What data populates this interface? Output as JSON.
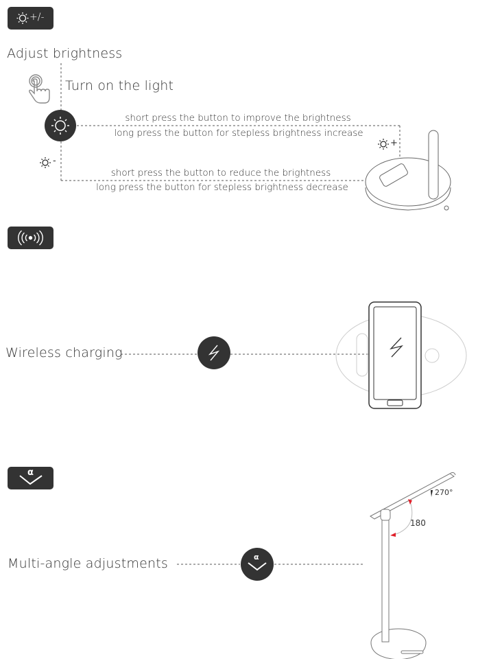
{
  "sections": {
    "brightness": {
      "badge_label": "+/-",
      "badge_icon": "sun-icon",
      "title": "Adjust brightness",
      "turn_on": "Turn on the light",
      "increase_short": "short press the button to improve the brightness",
      "increase_long": "long press the button for stepless brightness increase",
      "decrease_short": "short press the button to reduce the brightness",
      "decrease_long": "long press the button for stepless brightness decrease",
      "plus_symbol": "+",
      "minus_symbol": "-"
    },
    "wireless": {
      "badge_icon": "wireless-signal-icon",
      "title": "Wireless charging",
      "icon": "lightning-icon"
    },
    "angle": {
      "badge_icon": "angle-alpha-icon",
      "badge_symbol": "α",
      "title": "Multi-angle adjustments",
      "angle_arm": "180",
      "angle_head": "270°"
    }
  },
  "colors": {
    "dark": "#333333",
    "accent_red": "#e0212b",
    "line": "#555555"
  }
}
